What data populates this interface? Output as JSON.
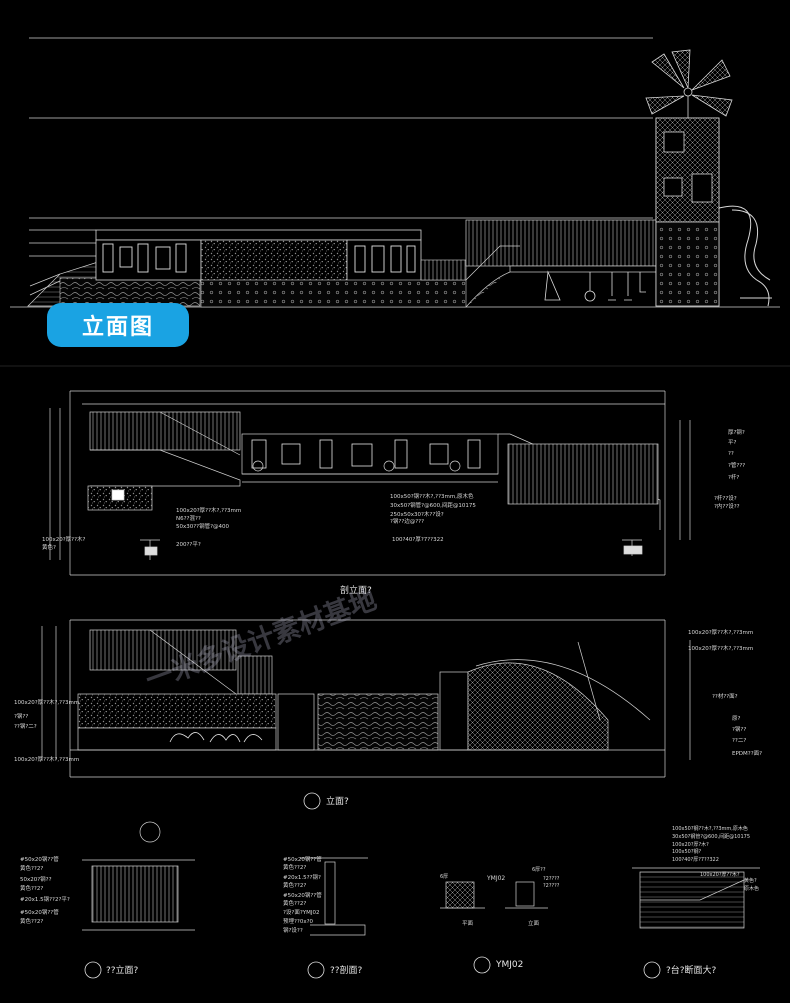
{
  "section_badge": "立面图",
  "watermark": "一米多设计素材基地",
  "colors": {
    "badge": "#1aa3e3",
    "line": "#d0d0d0",
    "background": "#000000"
  },
  "icons": [
    "windmill-icon",
    "tube-slide-icon",
    "swing-seat-icon",
    "plant-icon"
  ],
  "elevation1": {
    "title": "剖立面?",
    "left_notes": [
      "100x20?厚??木?,??3mm",
      "N6??混??",
      "50x30??钢管?@400",
      "200??平?",
      "100x20?厚??木?",
      "黄色?"
    ],
    "center_notes": [
      "100x50?钢??木?,??3mm,原木色",
      "30x50?钢管?@600,间距@10175",
      "250x50x30?木??设?",
      "?钢??边@???"
    ],
    "lower_note": "100?40?厚?7??322",
    "right_notes": [
      "厚?钢?",
      "平?",
      "??",
      "?管???",
      "?杆?",
      "?杆??设?",
      "?内??设??"
    ]
  },
  "elevation2": {
    "title": "立面?",
    "left_notes": [
      "100x20?厚??木?,??3mm",
      "?钢??",
      "??钢?二?",
      "100x20?厚??木?,??3mm"
    ],
    "right_notes": [
      "100x20?厚??木?,??3mm",
      "100x20?厚??木?,??3mm",
      "??材??面?",
      "原?",
      "?钢??",
      "??二?",
      "EPDM??面?"
    ]
  },
  "detail1": {
    "title": "??立面?",
    "notes": [
      "#50x20钢??管",
      "黄色??2?",
      "50x20?钢??",
      "黄色??2?",
      "#20x1.5钢??2?平?",
      "#50x20钢??管",
      "黄色??2?"
    ]
  },
  "detail2": {
    "title": "??剖面?",
    "notes": [
      "#50x20钢??管",
      "黄色??2?",
      "#20x1.5??钢?",
      "黄色??2?",
      "#50x20钢??管",
      "黄色??2?",
      "?设?面?YMJ02",
      "预埋??0x?0",
      "钢?设??"
    ]
  },
  "detail3": {
    "title": "YMJ02",
    "notes": [
      "6厚??",
      "?2????",
      "?2????",
      "6厚",
      "平面",
      "立面"
    ]
  },
  "detail4": {
    "title": "?台?断面大?",
    "notes": [
      "100x50?钢??木?,??3mm,原木色",
      "30x50?钢管?@600,间距@10175",
      "100x20?厚?木?",
      "100x50?钢?",
      "100?40?厚?7??322",
      "100x20?厚??木?",
      "黄色?",
      "原木色"
    ]
  }
}
